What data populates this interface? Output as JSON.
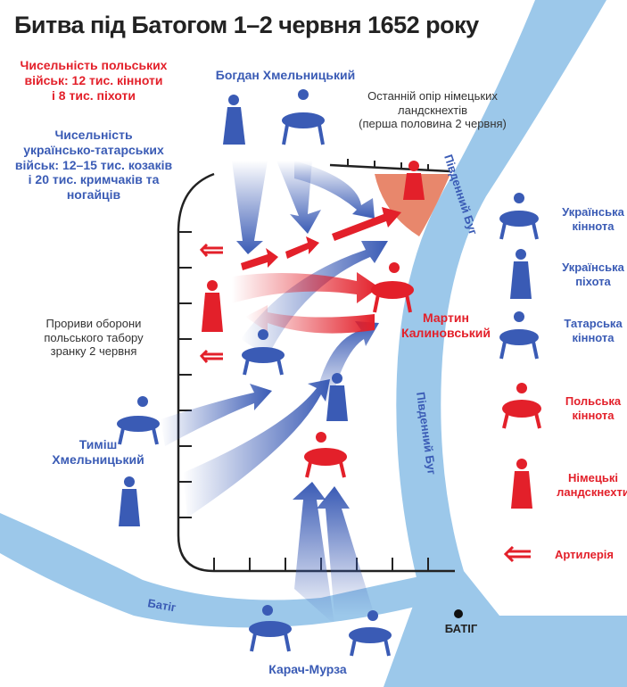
{
  "title": "Битва під Батогом 1–2 червня 1652 року",
  "polish_strength": [
    "Чисельність польських",
    "військ: 12 тис. кінноти",
    "і 8 тис. піхоти"
  ],
  "ukr_tatar_strength": [
    "Чисельність",
    "українсько-татарських",
    "військ: 12–15 тис. козаків",
    "і 20 тис. кримчаків та",
    "ногайців"
  ],
  "commanders": {
    "bohdan": "Богдан Хмельницький",
    "tymish": [
      "Тиміш",
      "Хмельницький"
    ],
    "martyn": [
      "Мартин",
      "Калиновський"
    ],
    "karach": "Карач-Мурза"
  },
  "annotations": {
    "last_stand": [
      "Останній опір німецьких",
      "ландскнехтів",
      "(перша половина 2 червня)"
    ],
    "breakthroughs": [
      "Прориви оборони",
      "польського табору",
      "зранку 2 червня"
    ]
  },
  "rivers": {
    "bug": "Південний Буг",
    "batih_river": "Батіг"
  },
  "places": {
    "batih": "БАТІГ"
  },
  "legend": [
    {
      "label": [
        "Українська",
        "кіннота"
      ],
      "color": "#3a5bb5",
      "icon": "rider-icon"
    },
    {
      "label": [
        "Українська",
        "піхота"
      ],
      "color": "#3a5bb5",
      "icon": "infantry-icon"
    },
    {
      "label": [
        "Татарська",
        "кіннота"
      ],
      "color": "#3a5bb5",
      "icon": "rider-icon"
    },
    {
      "label": [
        "Польська",
        "кіннота"
      ],
      "color": "#e3202a",
      "icon": "rider-icon"
    },
    {
      "label": [
        "Німецькі",
        "ландскнехти"
      ],
      "color": "#e3202a",
      "icon": "infantry-icon"
    },
    {
      "label": [
        "Артилерія"
      ],
      "color": "#e3202a",
      "icon": "artillery-icon"
    }
  ],
  "colors": {
    "river": "#9cc8ea",
    "blue": "#3a5bb5",
    "red": "#e3202a",
    "bastion": "#e8876c"
  }
}
